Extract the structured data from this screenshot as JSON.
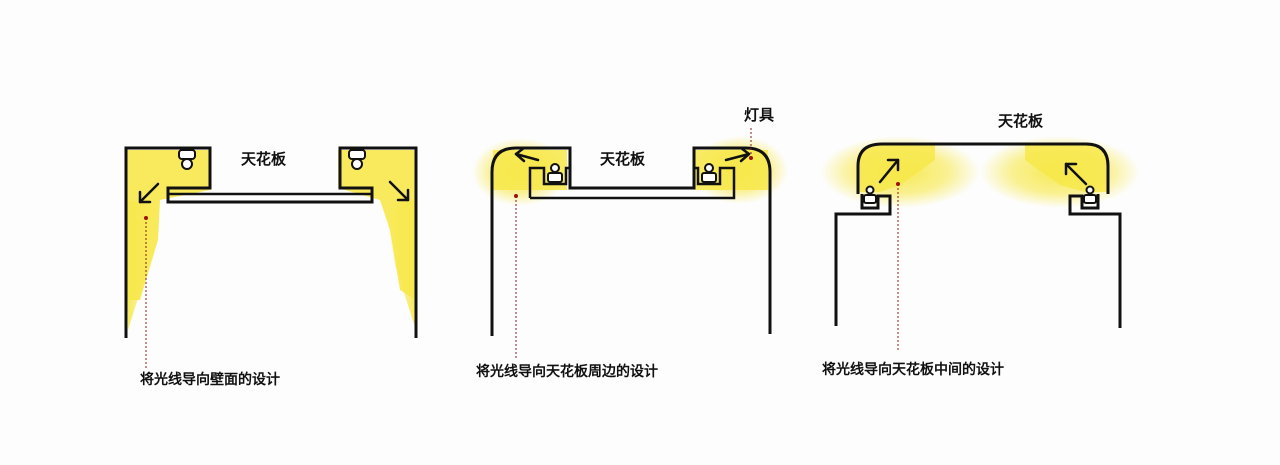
{
  "diagram1": {
    "ceiling_label": "天花板",
    "caption": "将光线导向壁面的设计"
  },
  "diagram2": {
    "ceiling_label": "天花板",
    "fixture_label": "灯具",
    "caption": "将光线导向天花板周边的设计"
  },
  "diagram3": {
    "ceiling_label": "天花板",
    "caption": "将光线导向天花板中间的设计"
  },
  "colors": {
    "light": "#f7e84a",
    "line": "#111111",
    "leader": "#8b1a1a"
  }
}
